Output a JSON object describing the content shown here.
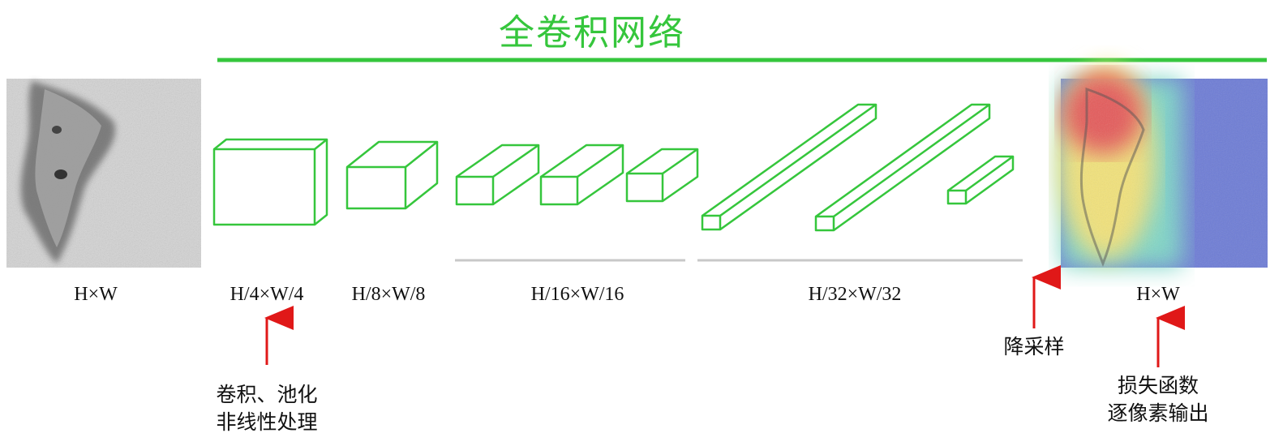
{
  "title": "全卷积网络",
  "labels": {
    "input_size": "H×W",
    "stage1_size": "H/4×W/4",
    "stage2_size": "H/8×W/8",
    "stage3_size": "H/16×W/16",
    "stage4_size": "H/32×W/32",
    "output_size": "H×W"
  },
  "annotations": {
    "conv_line1": "卷积、池化",
    "conv_line2": "非线性处理",
    "downsample": "降采样",
    "loss_line1": "损失函数",
    "loss_line2": "逐像素输出"
  },
  "colors": {
    "accent_green": "#35c63c",
    "arrow_red": "#e01818",
    "bracket_gray": "#c8c8c8"
  }
}
